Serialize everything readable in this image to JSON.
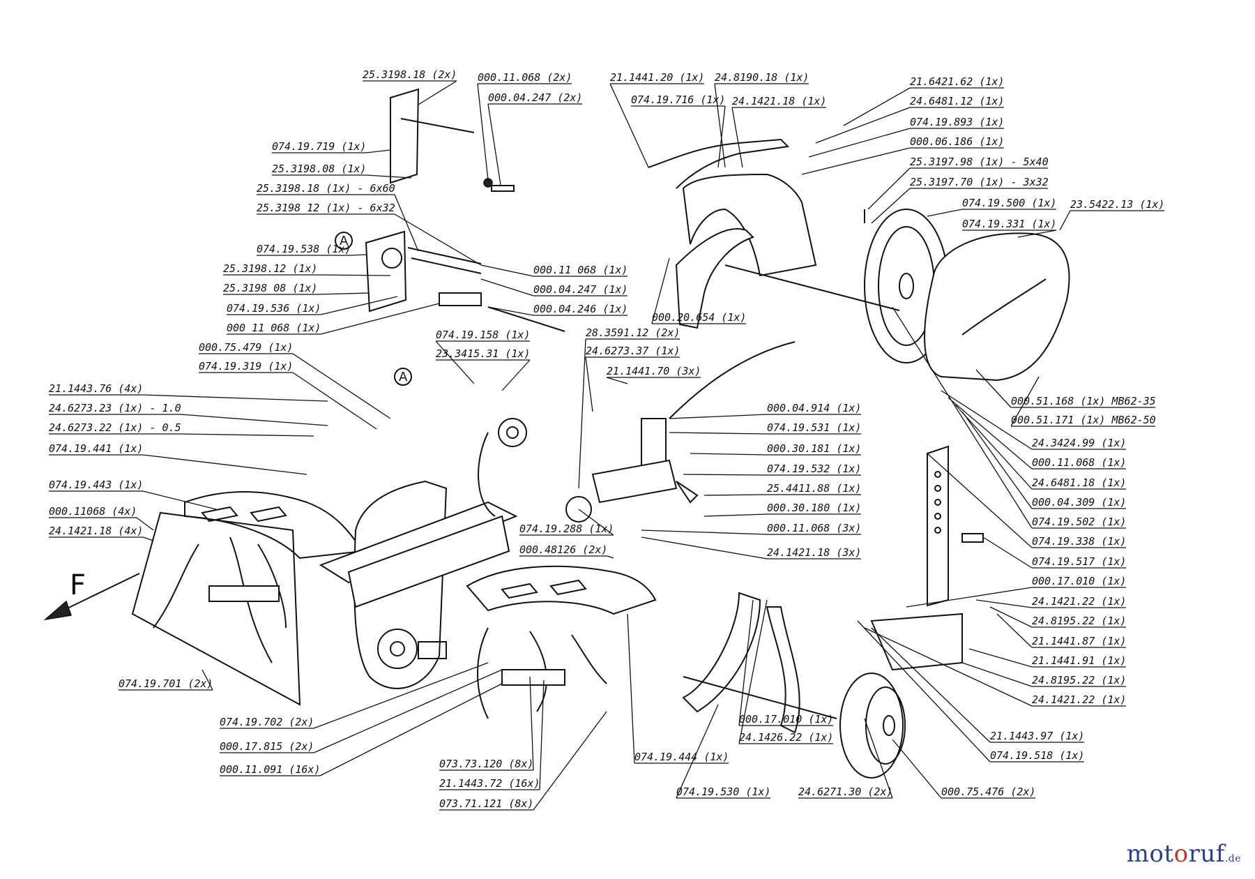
{
  "diagram": {
    "direction_label": "F",
    "marker_label": "A",
    "callouts": [
      "25.3198.18 (2x)",
      "000.11.068 (2x)",
      "000.04.247 (2x)",
      "074.19.719 (1x)",
      "25.3198.08 (1x)",
      "25.3198.18 (1x) - 6x60",
      "25.3198 12 (1x) - 6x32",
      "074.19.538 (1x)",
      "25.3198.12 (1x)",
      "25.3198 08 (1x)",
      "074.19.536 (1x)",
      "000 11 068 (1x)",
      "000.11 068 (1x)",
      "000.04.247 (1x)",
      "000.04.246 (1x)",
      "21.1441.20 (1x)",
      "074.19.716 (1x)",
      "24.8190.18 (1x)",
      "24.1421.18 (1x)",
      "21.6421.62 (1x)",
      "24.6481.12 (1x)",
      "074.19.893 (1x)",
      "000.06.186 (1x)",
      "25.3197.98 (1x) - 5x40",
      "25.3197.70 (1x) - 3x32",
      "074.19.500 (1x)",
      "074.19.331 (1x)",
      "23.5422.13 (1x)",
      "000.20.654 (1x)",
      "000.75.479 (1x)",
      "074.19.319 (1x)",
      "074.19.158 (1x)",
      "23.3415.31 (1x)",
      "28.3591.12 (2x)",
      "24.6273.37 (1x)",
      "21.1441.70 (3x)",
      "21.1443.76 (4x)",
      "24.6273.23 (1x) - 1.0",
      "24.6273.22 (1x) - 0.5",
      "074.19.441 (1x)",
      "074.19.443 (1x)",
      "000.11068 (4x)",
      "24.1421.18 (4x)",
      "000.04.914 (1x)",
      "074.19.531 (1x)",
      "000.30.181 (1x)",
      "074.19.532 (1x)",
      "25.4411.88 (1x)",
      "000.30.180 (1x)",
      "000.11.068 (3x)",
      "24.1421.18 (3x)",
      "074.19.288 (1x)",
      "000.48126 (2x)",
      "000.51.168 (1x) MB62-35",
      "000.51.171 (1x) MB62-50",
      "24.3424.99 (1x)",
      "000.11.068 (1x)",
      "24.6481.18 (1x)",
      "000.04.309 (1x)",
      "074.19.502 (1x)",
      "074.19.338 (1x)",
      "074.19.517 (1x)",
      "000.17.010 (1x)",
      "24.1421.22 (1x)",
      "24.8195.22 (1x)",
      "21.1441.87 (1x)",
      "21.1441.91 (1x)",
      "24.8195.22 (1x)",
      "24.1421.22 (1x)",
      "21.1443.97 (1x)",
      "074.19.518 (1x)",
      "074.19.701 (2x)",
      "074.19.702 (2x)",
      "000.17.815 (2x)",
      "000.11.091 (16x)",
      "073.73.120 (8x)",
      "21.1443.72 (16x)",
      "073.71.121 (8x)",
      "074.19.444 (1x)",
      "000.17.010 (1x)",
      "24.1426.22 (1x)",
      "074.19.530 (1x)",
      "24.6271.30 (2x)",
      "000.75.476 (2x)"
    ]
  },
  "brand": {
    "part1": "mot",
    "part2": "o",
    "part3": "ruf",
    "tld": ".de"
  }
}
